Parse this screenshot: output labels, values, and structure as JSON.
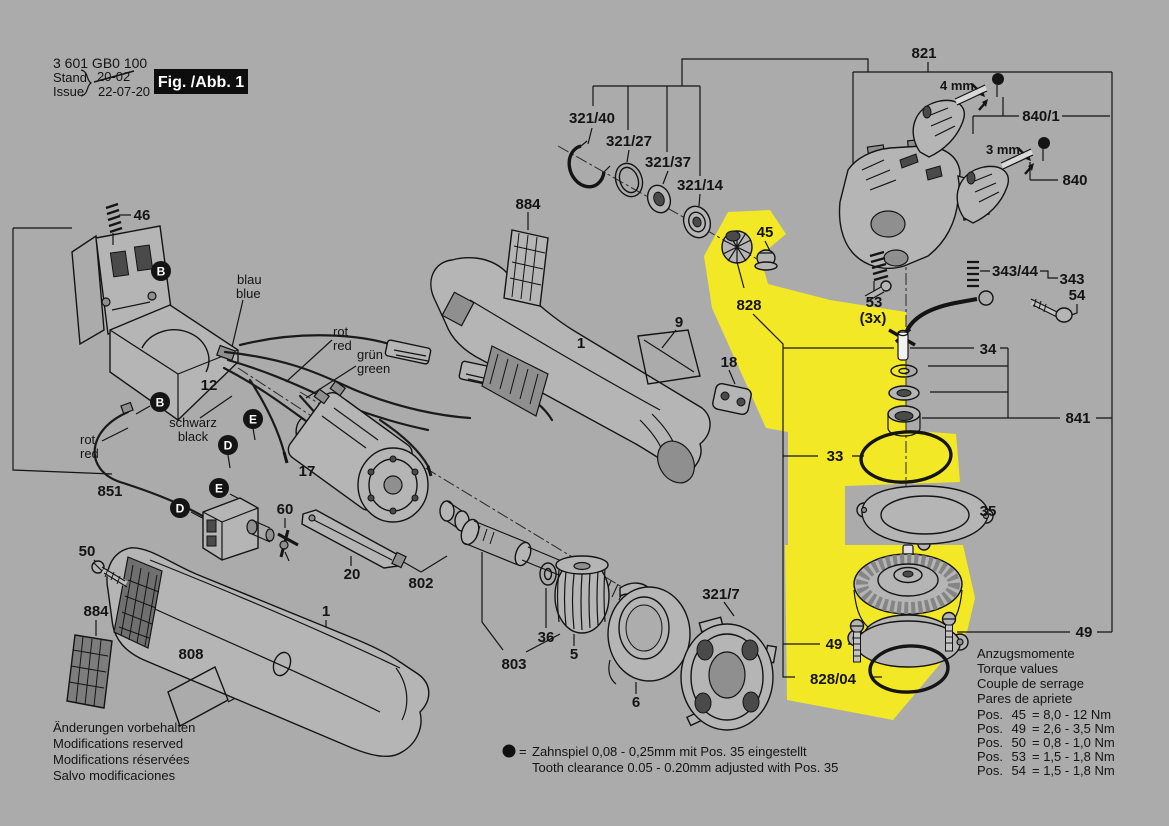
{
  "meta": {
    "background_color": "#ababab",
    "highlight_color": "#f3e825",
    "ink_color": "#141414",
    "figure_kind": "exploded-parts-diagram"
  },
  "header": {
    "part_number": "3 601 GB0 100",
    "stand_label": "Stand",
    "issue_label": "Issue",
    "stand_value": "20-02",
    "issue_value": "22-07-20",
    "figure_label": "Fig. /Abb. 1"
  },
  "callouts": {
    "c321_40": "321/40",
    "c321_27": "321/27",
    "c321_37": "321/37",
    "c321_14": "321/14",
    "c884_top": "884",
    "c821": "821",
    "c4mm": "4 mm",
    "c840_1": "840/1",
    "c3mm": "3 mm",
    "c840": "840",
    "c46": "46",
    "c45": "45",
    "c53": "53",
    "c53x": "(3x)",
    "c343_44": "343/44",
    "c343": "343",
    "c54": "54",
    "c828": "828",
    "c34": "34",
    "c841": "841",
    "c9": "9",
    "c1_top": "1",
    "c18": "18",
    "c33": "33",
    "c35": "35",
    "c12": "12",
    "c17": "17",
    "c60": "60",
    "c50": "50",
    "c851": "851",
    "c884_bottom": "884",
    "c808": "808",
    "c1_bottom": "1",
    "c20": "20",
    "c802": "802",
    "c36": "36",
    "c5": "5",
    "c803": "803",
    "c6": "6",
    "c321_7": "321/7",
    "c49_left": "49",
    "c49_right": "49",
    "c828_04": "828/04"
  },
  "wire_labels": {
    "blau": "blau",
    "blue": "blue",
    "rot": "rot",
    "red": "red",
    "gruen": "grün",
    "green": "green",
    "schwarz": "schwarz",
    "black": "black",
    "rot2": "rot",
    "red2": "red"
  },
  "markers": {
    "b": "B",
    "d": "D",
    "e": "E"
  },
  "revision_note": [
    "Änderungen vorbehalten",
    "Modifications reserved",
    "Modifications réservées",
    "Salvo modificaciones"
  ],
  "tooth_note": {
    "equals": "=",
    "line1": "Zahnspiel 0,08 - 0,25mm mit Pos. 35 eingestellt",
    "line2": "Tooth clearance 0.05 - 0.20mm adjusted with Pos. 35"
  },
  "torque_note": {
    "heading": [
      "Anzugsmomente",
      "Torque values",
      "Couple de serrage",
      "Pares de apriete"
    ],
    "rows": [
      {
        "pos": "Pos.",
        "num": "45",
        "value": "= 8,0 - 12  Nm"
      },
      {
        "pos": "Pos.",
        "num": "49",
        "value": "= 2,6 - 3,5 Nm"
      },
      {
        "pos": "Pos.",
        "num": "50",
        "value": "= 0,8 - 1,0 Nm"
      },
      {
        "pos": "Pos.",
        "num": "53",
        "value": "= 1,5 - 1,8 Nm"
      },
      {
        "pos": "Pos.",
        "num": "54",
        "value": "= 1,5 - 1,8 Nm"
      }
    ]
  }
}
